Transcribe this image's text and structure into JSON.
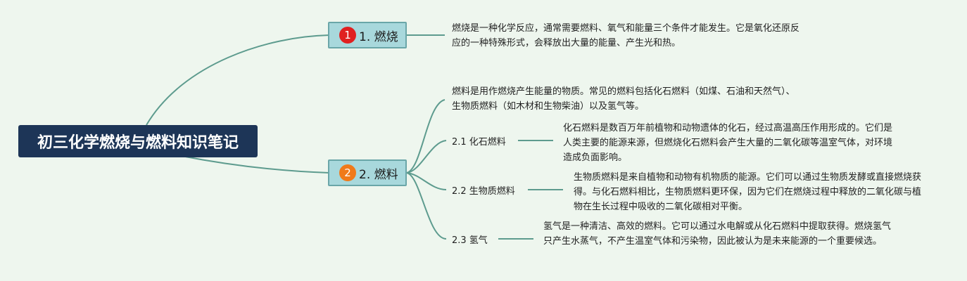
{
  "root": {
    "title": "初三化学燃烧与燃料知识笔记",
    "color": "#1d3557"
  },
  "branches": [
    {
      "number": "1",
      "label": "1. 燃烧",
      "badge_color": "#e02020",
      "note": "燃烧是一种化学反应，通常需要燃料、氧气和能量三个条件才能发生。它是氧化还原反应的一种特殊形式，会释放出大量的能量、产生光和热。"
    },
    {
      "number": "2",
      "label": "2. 燃料",
      "badge_color": "#f07a1a",
      "note": "燃料是用作燃烧产生能量的物质。常见的燃料包括化石燃料（如煤、石油和天然气）、生物质燃料（如木材和生物柴油）以及氢气等。",
      "children": [
        {
          "label": "2.1 化石燃料",
          "note": "化石燃料是数百万年前植物和动物遗体的化石，经过高温高压作用形成的。它们是人类主要的能源来源，但燃烧化石燃料会产生大量的二氧化碳等温室气体，对环境造成负面影响。"
        },
        {
          "label": "2.2 生物质燃料",
          "note": "生物质燃料是来自植物和动物有机物质的能源。它们可以通过生物质发酵或直接燃烧获得。与化石燃料相比，生物质燃料更环保，因为它们在燃烧过程中释放的二氧化碳与植物在生长过程中吸收的二氧化碳相对平衡。"
        },
        {
          "label": "2.3 氢气",
          "note": "氢气是一种清洁、高效的燃料。它可以通过水电解或从化石燃料中提取获得。燃烧氢气只产生水蒸气，不产生温室气体和污染物，因此被认为是未来能源的一个重要候选。"
        }
      ]
    }
  ],
  "colors": {
    "background": "#eef6ee",
    "branch_fill": "#a8d8dc",
    "branch_border": "#6aa6a8",
    "connector": "#5d9b8e"
  }
}
